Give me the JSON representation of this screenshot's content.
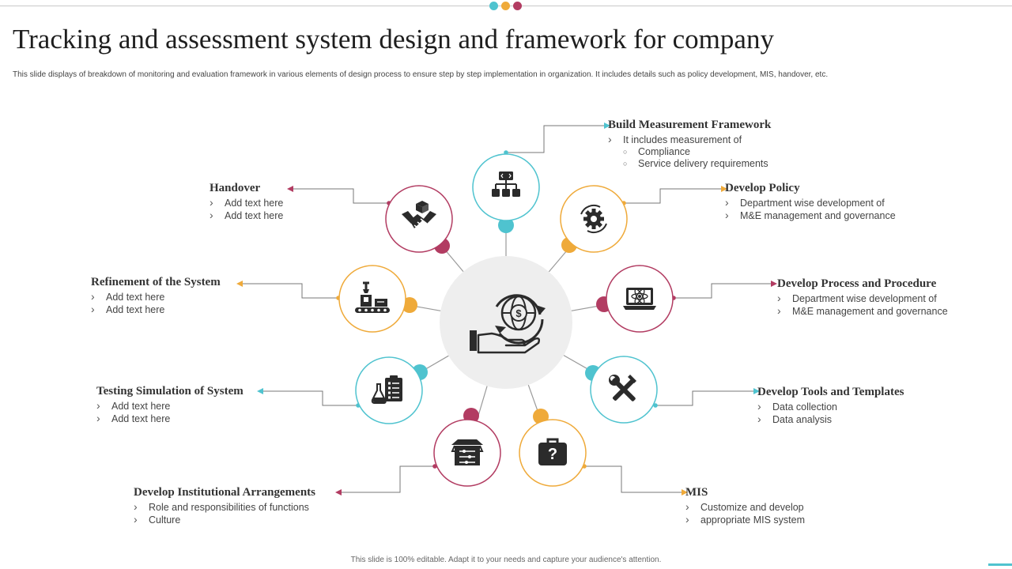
{
  "slide": {
    "title": "Tracking and assessment system design and framework for company",
    "subtitle": "This slide displays of breakdown of monitoring and evaluation framework in various elements of design process to ensure step by step implementation  in organization. It includes details such as policy development, MIS,  handover, etc.",
    "footer": "This slide is 100% editable. Adapt it to your needs and capture your audience's attention."
  },
  "colors": {
    "teal": "#4fc3cf",
    "orange": "#efaa3a",
    "maroon": "#b23c62",
    "center_fill": "#eeeeee"
  },
  "center": {
    "icon": "hand-globe-dollar-icon"
  },
  "nodes": [
    {
      "key": "build",
      "title": "Build Measurement Framework",
      "items": [
        "It includes measurement of"
      ],
      "subitems": [
        "Compliance",
        "Service delivery requirements"
      ],
      "color": "#4fc3cf",
      "icon": "hierarchy-code-icon"
    },
    {
      "key": "policy",
      "title": "Develop Policy",
      "items": [
        "Department  wise development  of",
        "M&E management  and governance"
      ],
      "color": "#efaa3a",
      "icon": "gear-icon"
    },
    {
      "key": "process",
      "title": "Develop Process and Procedure",
      "items": [
        "Department  wise development  of",
        "M&E management  and governance"
      ],
      "color": "#b23c62",
      "icon": "laptop-atom-icon"
    },
    {
      "key": "tools",
      "title": "Develop Tools and Templates",
      "items": [
        "Data collection",
        "Data analysis"
      ],
      "color": "#4fc3cf",
      "icon": "tools-icon"
    },
    {
      "key": "mis",
      "title": "MIS",
      "items": [
        "Customize and develop",
        "appropriate  MIS system"
      ],
      "color": "#efaa3a",
      "icon": "briefcase-question-icon"
    },
    {
      "key": "institutional",
      "title": "Develop Institutional  Arrangements",
      "items": [
        "Role and responsibilities of functions",
        "Culture"
      ],
      "color": "#b23c62",
      "icon": "box-network-icon"
    },
    {
      "key": "testing",
      "title": "Testing Simulation  of System",
      "items": [
        "Add text here",
        "Add text here"
      ],
      "color": "#4fc3cf",
      "icon": "flask-clipboard-icon"
    },
    {
      "key": "refinement",
      "title": "Refinement of the System",
      "items": [
        "Add text here",
        "Add text here"
      ],
      "color": "#efaa3a",
      "icon": "robot-arm-conveyor-icon"
    },
    {
      "key": "handover",
      "title": "Handover",
      "items": [
        "Add text here",
        "Add text here"
      ],
      "color": "#b23c62",
      "icon": "handshake-icon"
    }
  ]
}
